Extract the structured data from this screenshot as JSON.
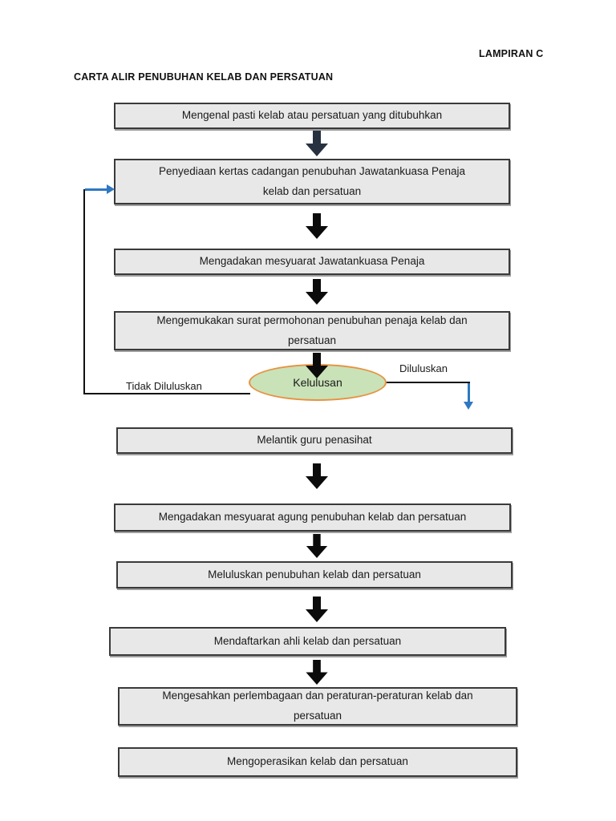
{
  "page": {
    "corner_label": "LAMPIRAN C",
    "title": "CARTA ALIR PENUBUHAN KELAB DAN PERSATUAN"
  },
  "flowchart": {
    "boxes": [
      {
        "lines": [
          "Mengenal pasti kelab atau persatuan yang ditubuhkan"
        ]
      },
      {
        "lines": [
          "Penyediaan kertas cadangan penubuhan Jawatankuasa Penaja",
          "kelab dan persatuan"
        ]
      },
      {
        "lines": [
          "Mengadakan mesyuarat Jawatankuasa Penaja"
        ]
      },
      {
        "lines": [
          "Mengemukakan surat permohonan penubuhan penaja kelab dan",
          "persatuan"
        ]
      },
      {
        "lines": [
          "Melantik guru penasihat"
        ]
      },
      {
        "lines": [
          "Mengadakan mesyuarat agung penubuhan kelab dan persatuan"
        ]
      },
      {
        "lines": [
          "Meluluskan penubuhan kelab dan persatuan"
        ]
      },
      {
        "lines": [
          "Mendaftarkan ahli kelab dan persatuan"
        ]
      },
      {
        "lines": [
          "Mengesahkan perlembagaan dan peraturan-peraturan kelab dan",
          "persatuan"
        ]
      },
      {
        "lines": [
          "Mengoperasikan kelab dan persatuan"
        ]
      }
    ],
    "decision": {
      "label": "Kelulusan"
    },
    "branches": {
      "approved_label": "Diluluskan",
      "rejected_label": "Tidak Diluluskan"
    },
    "colors": {
      "box_fill": "#e8e8e8",
      "box_border": "#3a3a3a",
      "arrow_black": "#0b0b0b",
      "arrow_navy": "#273140",
      "decision_fill": "#c9e2b8",
      "decision_border": "#e8913f",
      "branch_blue": "#2e78c2",
      "line_black": "#111111",
      "text": "#1a1a1a"
    }
  }
}
